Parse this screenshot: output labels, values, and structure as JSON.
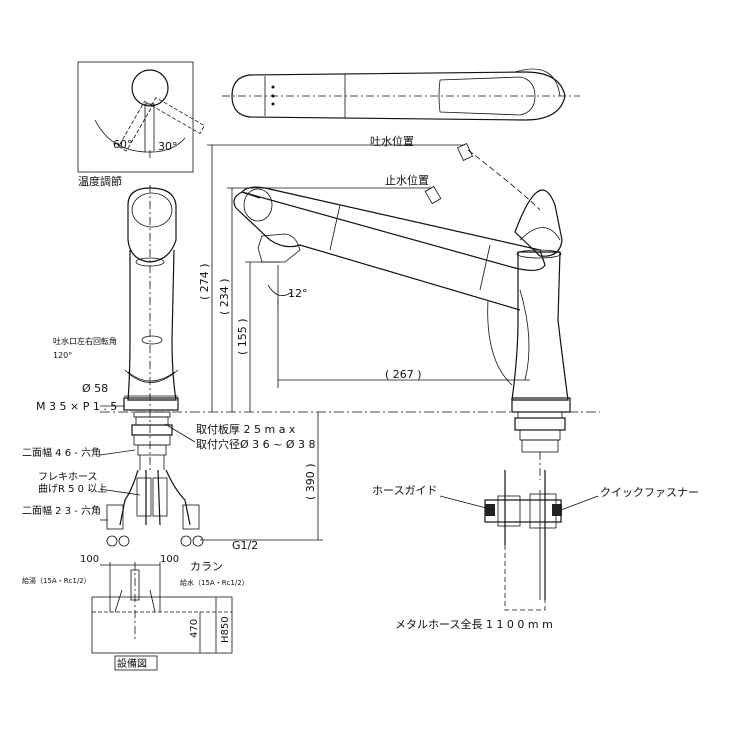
{
  "labels": {
    "temp_adjust": "温度調節",
    "angle_60": "60°",
    "angle_30": "30°",
    "spout_water_pos": "吐水位置",
    "stop_water_pos": "止水位置",
    "swivel_title": "吐水口左右回転角",
    "swivel_angle": "120°",
    "dia_58": "Ø 58",
    "thread": "M 3 5 × P 1 . 5",
    "plate_thickness": "取付板厚 2 5 m a x",
    "hole_dia": "取付穴径Ø 3 6 ~ Ø 3 8",
    "hex46": "二面幅 4 6 - 六角",
    "flex_hose_1": "フレキホース",
    "flex_hose_2": "曲げR 5 0 以上",
    "hex23": "二面幅 2 3 - 六角",
    "g12": "G1/2",
    "dim_100_left": "100",
    "dim_100_right": "100",
    "collar": "カラン",
    "hot_supply": "給湯（15A・Rc1/2）",
    "cold_supply": "給水（15A・Rc1/2）",
    "dim_470": "470",
    "dim_h850": "H850",
    "install_diagram": "設備図",
    "dim_274": "( 274 )",
    "dim_234": "( 234 )",
    "dim_155": "( 155 )",
    "dim_12": "12°",
    "dim_267": "( 267 )",
    "dim_390": "( 390 )",
    "hose_guide": "ホースガイド",
    "quick_fastener": "クイックファスナー",
    "metal_hose_length": "メタルホース全長 1 1 0 0 m m"
  }
}
